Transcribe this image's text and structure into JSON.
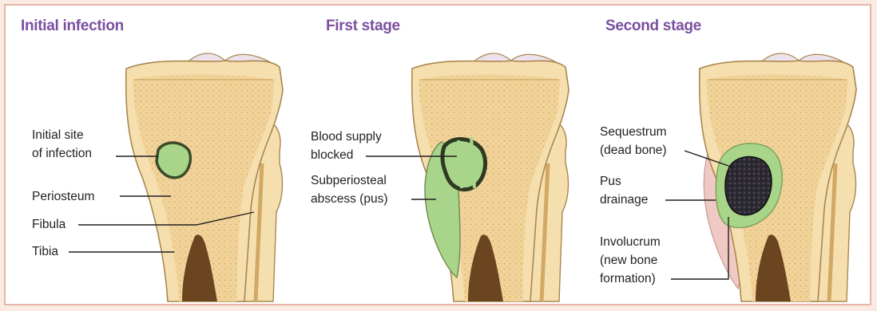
{
  "panels": [
    {
      "title": "Initial infection",
      "labels": {
        "initial_site": "Initial site\nof infection",
        "periosteum": "Periosteum",
        "fibula": "Fibula",
        "tibia": "Tibia"
      }
    },
    {
      "title": "First stage",
      "labels": {
        "blood_supply": "Blood supply\nblocked",
        "abscess": "Subperiosteal\nabscess (pus)"
      }
    },
    {
      "title": "Second stage",
      "labels": {
        "sequestrum": "Sequestrum\n(dead bone)",
        "pus": "Pus\ndrainage",
        "involucrum": "Involucrum\n(new bone\nformation)"
      }
    }
  ],
  "colors": {
    "title": "#7a4fa0",
    "bone_spongy": "#f1d39a",
    "bone_cortex": "#f6dfae",
    "bone_outline": "#a9874f",
    "cartilage": "#ece2ec",
    "marrow": "#6b4420",
    "infection": "#a9d58a",
    "dead_bone": "#2d2a33",
    "involucrum": "#f1c9c4",
    "frame_border": "#e4b7a6",
    "background": "#fbe9e3"
  }
}
